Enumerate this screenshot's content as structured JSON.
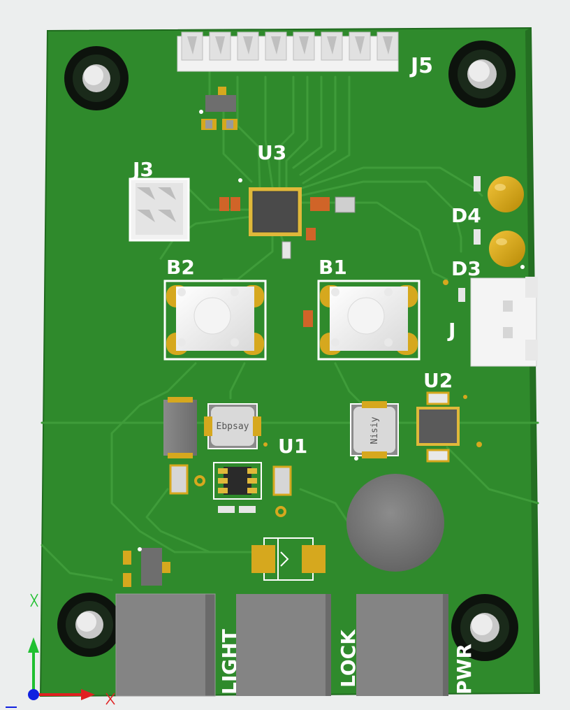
{
  "labels": {
    "j5": "J5",
    "j3": "J3",
    "u3": "U3",
    "d4": "D4",
    "d3": "D3",
    "b2": "B2",
    "b1": "B1",
    "j_right": "J",
    "u2": "U2",
    "u1": "U1",
    "inductor_left": "Ebpsay",
    "inductor_right": "Nisiy",
    "light": "LIGHT",
    "lock": "LOCK",
    "pwr": "PWR"
  },
  "colors": {
    "background": "#eceeee",
    "board": "#2f8a2c",
    "board_dark": "#267a24",
    "trace": "#3f9c3a",
    "silkscreen": "#ffffff",
    "pad_gold": "#d6a81e",
    "led_yellow": "#d9a70a",
    "hole_dark": "#0d130d",
    "component_gray": "#7d7d7d",
    "connector_white": "#f2f2f2",
    "resistor_orange": "#d06428",
    "axis_x": "#e02020",
    "axis_y": "#20c030",
    "axis_origin": "#1020e0"
  },
  "icons": {
    "axis_gizmo": "xyz-axis-icon",
    "mount_hole": "mounting-hole-icon"
  }
}
